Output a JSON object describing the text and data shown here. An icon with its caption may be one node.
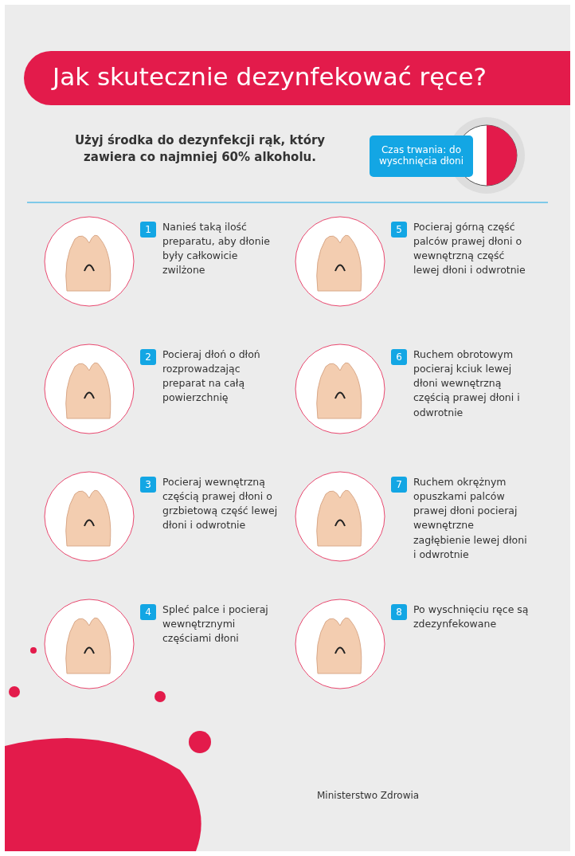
{
  "diagram": {
    "title": "Jak skutecznie dezynfekować ręce?",
    "nodes": [
      {
        "text": [
          "Czas trwania: do wyschnięcia dłoni"
        ]
      },
      {
        "text": [
          "1"
        ],
        "beside": [
          "Nanieś taką ilość preparatu, aby dłonie były całkowicie zwilżone"
        ]
      },
      {
        "text": [
          "2"
        ],
        "beside": [
          "Pocieraj dłoń o dłoń rozprowadzając preparat na całą powierzchnię"
        ]
      },
      {
        "text": [
          "3"
        ],
        "beside": [
          "Pocieraj wewnętrzną częścią prawej dłoni o grzbietową część lewej dłoni i odwrotnie"
        ]
      },
      {
        "text": [
          "4"
        ],
        "beside": [
          "Spleć palce i pocieraj wewnętrznymi częściami dłoni"
        ]
      },
      {
        "text": [
          "5"
        ],
        "beside": [
          "Pocieraj górną część palców prawej dłoni o wewnętrzną część lewej dłoni i odwrotnie"
        ]
      },
      {
        "text": [
          "6"
        ],
        "beside": [
          "Ruchem obrotowym pocieraj kciuk lewej dłoni wewnętrzną częścią prawej dłoni i odwrotnie"
        ]
      },
      {
        "text": [
          "7"
        ],
        "beside": [
          "Ruchem okrężnym opuszkami palców prawej dłoni pocieraj wewnętrzne zagłębienie lewej dłoni i odwrotnie"
        ]
      },
      {
        "text": [
          "8"
        ],
        "beside": [
          "Po wyschnięciu ręce są zdezynfekowane"
        ]
      }
    ],
    "edges": [],
    "labels": [
      "Użyj środka do dezynfekcji rąk, który zawiera co najmniej 60% alkoholu.",
      "Ministerstwo Zdrowia"
    ]
  }
}
